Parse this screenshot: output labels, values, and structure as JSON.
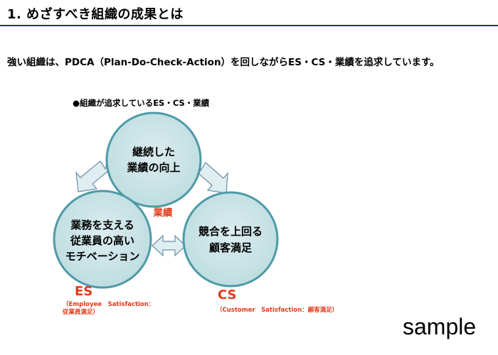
{
  "page": {
    "title": "1. めざすべき組織の成果とは",
    "lead": "強い組織は、PDCA（Plan-Do-Check-Action）を回しながらES・CS・業績を追求しています。",
    "accent_color": "#2d2a8c"
  },
  "diagram": {
    "heading": "●組織が追求しているES・CS・業績",
    "circle_fill": "#cfe6e8",
    "circle_stroke": "#4d9aa6",
    "arrow_fill": "#dfeef1",
    "arrow_stroke": "#6a8fa6",
    "center_label": "業績",
    "circles": {
      "top": {
        "lines": [
          "継続した",
          "業績の向上"
        ]
      },
      "left": {
        "lines": [
          "業務を支える",
          "従業員の高い",
          "モチベーション"
        ]
      },
      "right": {
        "lines": [
          "競合を上回る",
          "顧客満足"
        ]
      }
    },
    "es": {
      "code": "ES",
      "desc_line1": "（Employee　Satisfaction：",
      "desc_line2": "従業員満足）"
    },
    "cs": {
      "code": "CS",
      "desc": "（Customer　Satisfaction：顧客満足）"
    },
    "label_color": "#e03a1a"
  },
  "watermark": "sample"
}
